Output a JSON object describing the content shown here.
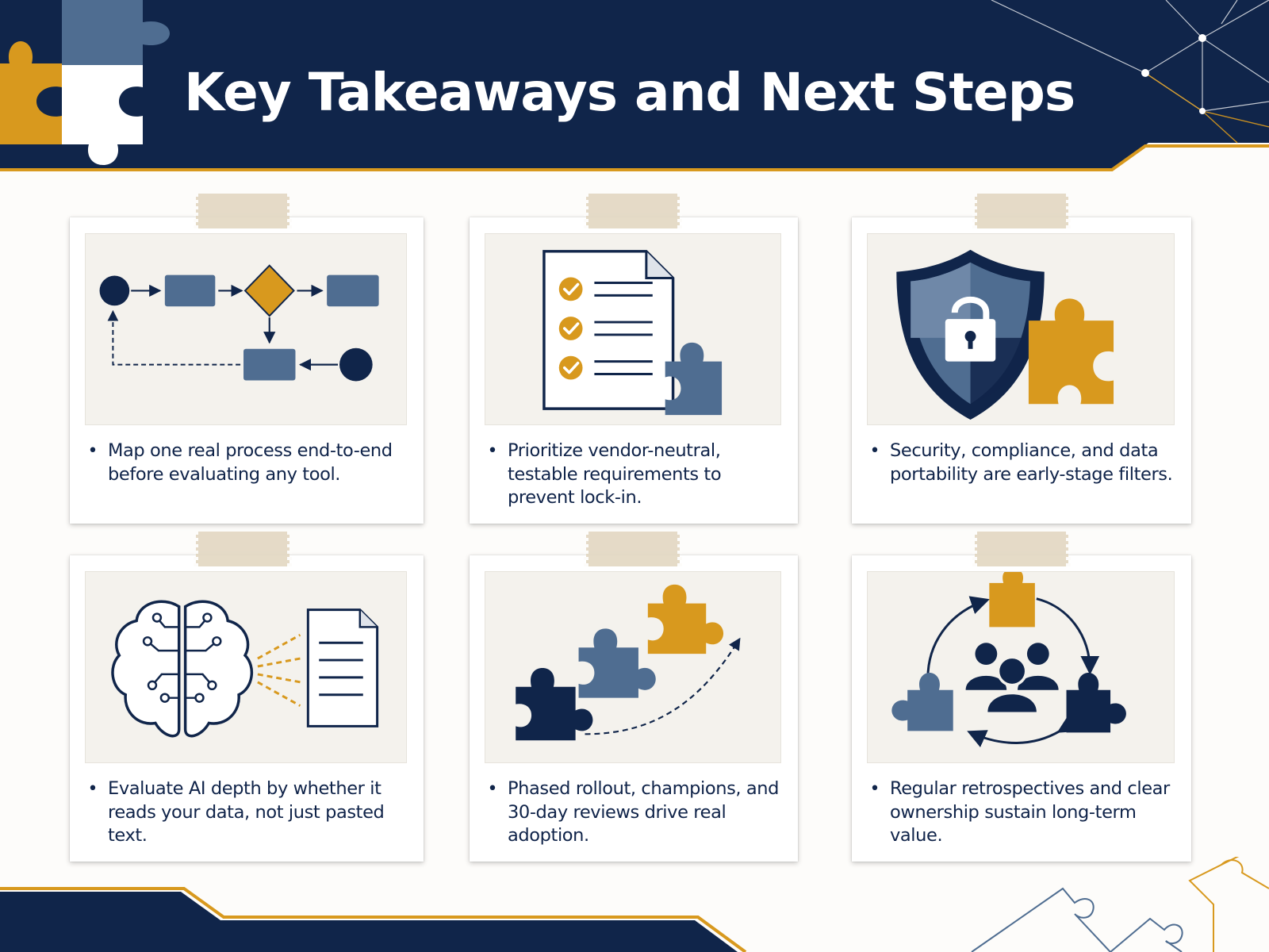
{
  "page": {
    "title": "Key Takeaways and Next Steps"
  },
  "colors": {
    "navy": "#10254a",
    "steel_blue": "#4f6d91",
    "gold": "#d8991e",
    "white": "#ffffff",
    "paper": "#f4f2ed",
    "tape": "#e3d8c3"
  },
  "cards": [
    {
      "icon": "process-flow-icon",
      "text": "Map one real process end-to-end before evaluating any tool."
    },
    {
      "icon": "requirements-checklist-icon",
      "text": "Prioritize vendor-neutral, testable requirements to prevent lock-in."
    },
    {
      "icon": "security-shield-icon",
      "text": "Security, compliance, and data portability are early-stage filters."
    },
    {
      "icon": "ai-brain-document-icon",
      "text": "Evaluate AI depth by whether it reads your data, not just pasted text."
    },
    {
      "icon": "phased-rollout-puzzle-icon",
      "text": "Phased rollout, champions, and 30-day reviews drive real adoption."
    },
    {
      "icon": "team-retrospective-cycle-icon",
      "text": "Regular retrospectives and clear ownership sustain long-term value."
    }
  ]
}
